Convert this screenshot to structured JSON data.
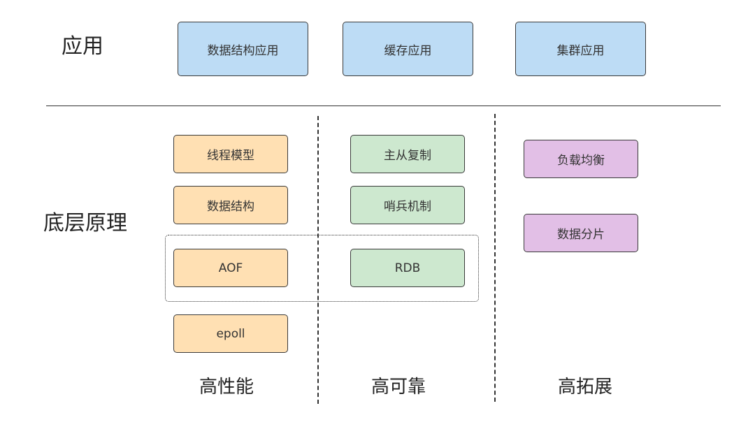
{
  "sections": {
    "application": "应用",
    "foundation": "底层原理"
  },
  "application_boxes": [
    "数据结构应用",
    "缓存应用",
    "集群应用"
  ],
  "columns": {
    "performance": {
      "title": "高性能",
      "items": [
        "线程模型",
        "数据结构",
        "AOF",
        "epoll"
      ]
    },
    "reliability": {
      "title": "高可靠",
      "items": [
        "主从复制",
        "哨兵机制",
        "RDB"
      ]
    },
    "scalability": {
      "title": "高拓展",
      "items": [
        "负载均衡",
        "数据分片"
      ]
    }
  },
  "colors": {
    "application": "#bddcf5",
    "performance": "#ffe0b3",
    "reliability": "#cde8cf",
    "scalability": "#e2bfe6"
  }
}
